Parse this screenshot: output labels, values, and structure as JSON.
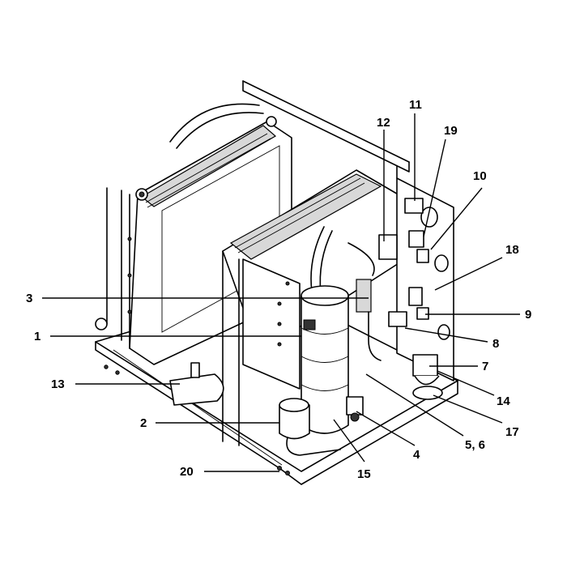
{
  "callouts": [
    {
      "id": "1",
      "label": "1"
    },
    {
      "id": "2",
      "label": "2"
    },
    {
      "id": "3",
      "label": "3"
    },
    {
      "id": "4",
      "label": "4"
    },
    {
      "id": "5-6",
      "label": "5, 6"
    },
    {
      "id": "7",
      "label": "7"
    },
    {
      "id": "8",
      "label": "8"
    },
    {
      "id": "9",
      "label": "9"
    },
    {
      "id": "10",
      "label": "10"
    },
    {
      "id": "11",
      "label": "11"
    },
    {
      "id": "12",
      "label": "12"
    },
    {
      "id": "13",
      "label": "13"
    },
    {
      "id": "14",
      "label": "14"
    },
    {
      "id": "15",
      "label": "15"
    },
    {
      "id": "17",
      "label": "17"
    },
    {
      "id": "18",
      "label": "18"
    },
    {
      "id": "19",
      "label": "19"
    },
    {
      "id": "20",
      "label": "20"
    }
  ]
}
